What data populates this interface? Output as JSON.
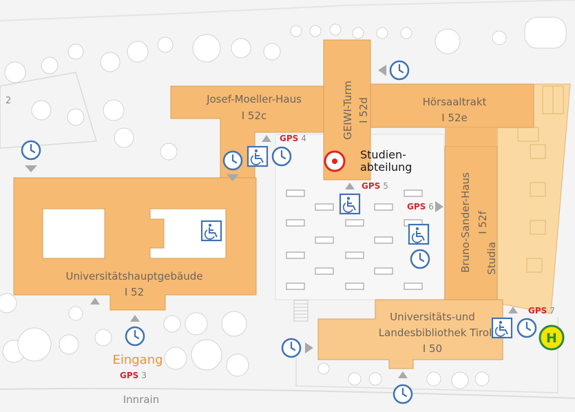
{
  "buildings": {
    "josef": {
      "name": "Josef-Moeller-Haus",
      "code": "I 52c"
    },
    "geiwi": {
      "name": "GEIWI-Turm",
      "code": "I 52d"
    },
    "hoersaal": {
      "name": "Hörsaaltrakt",
      "code": "I 52e"
    },
    "bruno": {
      "name": "Bruno-Sander-Haus",
      "code": "I 52f"
    },
    "studia": {
      "name": "Studia"
    },
    "haupt": {
      "name": "Universitätshauptgebäude",
      "code": "I 52"
    },
    "bibliothek": {
      "line1": "Universitäts-und",
      "line2": "Landesbibliothek Tirol",
      "code": "I 50"
    }
  },
  "labels": {
    "left_edge_number": "2",
    "studienabteilung_1": "Studien-",
    "studienabteilung_2": "abteilung",
    "eingang": "Eingang",
    "street": "Innrain",
    "bus_stop": "H"
  },
  "gps": {
    "word": "GPS",
    "n3": "3",
    "n4": "4",
    "n5": "5",
    "n6": "6",
    "n7": "7"
  },
  "icons": [
    "clock-icon",
    "wheelchair-icon",
    "target-icon",
    "bus-stop-icon",
    "triangle-marker"
  ],
  "colors": {
    "building": "#f6ba72",
    "building_light": "#fbd9a3",
    "building_stroke": "#d79f5a",
    "plaza": "#f4f4f4",
    "icon_blue": "#3f72b5",
    "gps_red": "#d0282e",
    "eingang": "#f0922b",
    "bus_yellow": "#f2e500",
    "bus_green": "#2e8b36"
  }
}
